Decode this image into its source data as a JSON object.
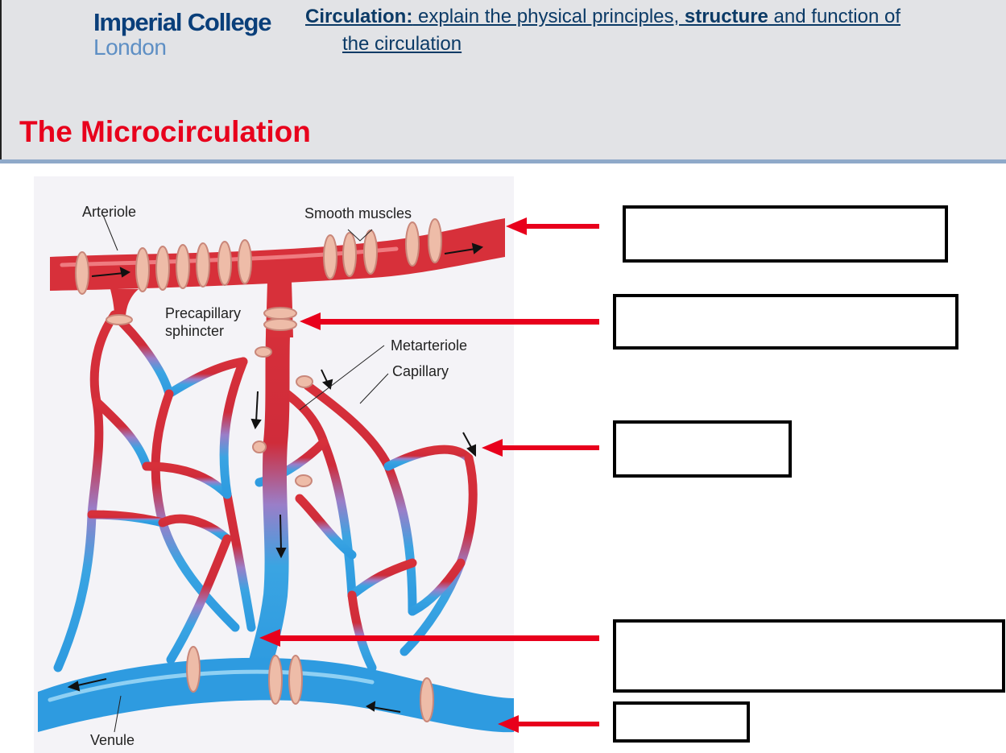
{
  "header": {
    "logo": {
      "line1": "Imperial College",
      "line2": "London"
    },
    "objective": {
      "term": "Circulation:",
      "mid": " explain the physical principles, ",
      "emph": "structure",
      "rest": " and function of",
      "line2": "the circulation"
    },
    "title": "The Microcirculation"
  },
  "diagram": {
    "labels": {
      "arteriole": "Arteriole",
      "smooth_muscles": "Smooth muscles",
      "precap_1": "Precapillary",
      "precap_2": "sphincter",
      "metarteriole": "Metarteriole",
      "capillary": "Capillary",
      "venule": "Venule"
    },
    "colors": {
      "arterial": "#d7303a",
      "venous": "#2f9fe0",
      "muscle": "#eebca8",
      "pointer": "#e8001c"
    }
  },
  "answer_boxes": [
    "",
    "",
    "",
    "",
    ""
  ]
}
